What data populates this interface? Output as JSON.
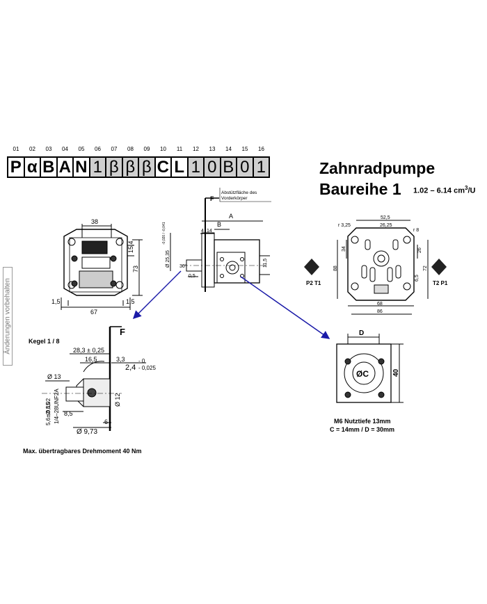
{
  "code_positions": [
    "01",
    "02",
    "03",
    "04",
    "05",
    "06",
    "07",
    "08",
    "09",
    "10",
    "11",
    "12",
    "13",
    "14",
    "15",
    "16"
  ],
  "code_chars": [
    "P",
    "α",
    "B",
    "A",
    "N",
    "1",
    "β",
    "β",
    "β",
    "C",
    "L",
    "1",
    "0",
    "B",
    "0",
    "1"
  ],
  "code_grey": [
    false,
    false,
    false,
    false,
    false,
    true,
    true,
    true,
    true,
    false,
    false,
    true,
    true,
    true,
    true,
    true
  ],
  "title": "Zahnradpumpe",
  "series": "Baureihe 1",
  "range_main": "1.02 – 6.14 cm",
  "range_sup": "3",
  "range_unit": "/U",
  "side_note": "Änderungen vorbehalten",
  "center_notes": {
    "force": "F",
    "support_1": "Abstützfläche des",
    "support_2": "Vorderkörper",
    "dim_a": "A",
    "dim_b": "B",
    "dim_4": "4",
    "dim_14": "14",
    "dim_d": "Ø 25,35",
    "dim_tol": "-0,020 / -0,041",
    "dim_30": "30°",
    "dim_05": "0,5",
    "dim_115": "11,5"
  },
  "left_view": {
    "d38": "38",
    "d67": "67",
    "d73": "73",
    "d15a": "1,5",
    "d15b": "1,5",
    "d154": "15,4"
  },
  "right_view": {
    "d525": "52,5",
    "d2625": "26,25",
    "d325": "r 3,25",
    "dr8": "r 8",
    "d34": "34",
    "d26": "26",
    "d88": "88",
    "d72": "72",
    "d65": "6,5",
    "d68": "68",
    "d86": "86",
    "p2t1": "P2 T1",
    "t2p1": "T2 P1"
  },
  "shaft_detail": {
    "kegel": "Kegel 1 / 8",
    "f": "F",
    "d283": "28,3 ± 0,25",
    "d165": "16,5",
    "d33": "3,3",
    "d24": "2,4",
    "t0": "- 0",
    "t025": "- 0,025",
    "d13": "Ø 13",
    "unf": "1/4–28UNF2A",
    "d802": "Ø 8,02",
    "d56": "5,6± 0,15",
    "d85": "8,5",
    "d12": "Ø 12",
    "d6": "6",
    "d973": "Ø 9,73",
    "torque": "Max. übertragbares Drehmoment 40 Nm"
  },
  "port_detail": {
    "dim_d": "D",
    "dim_40": "40",
    "oc": "ØC",
    "thread": "M6 Nutztiefe 13mm",
    "sizes": "C = 14mm / D = 30mm"
  }
}
